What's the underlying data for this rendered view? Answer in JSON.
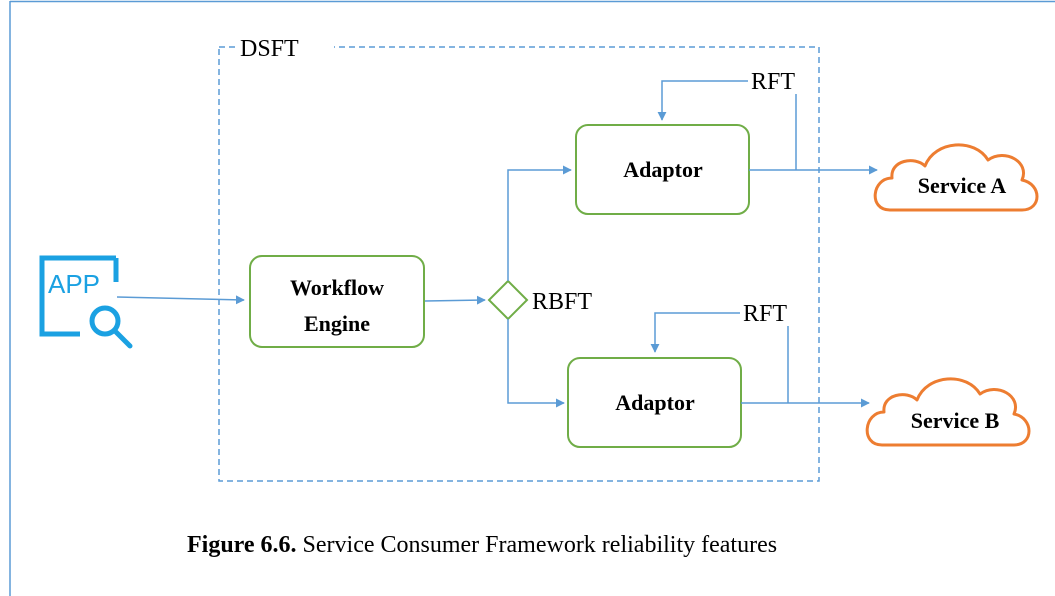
{
  "diagram": {
    "region_label": "DSFT",
    "app_icon_text": "APP",
    "workflow_engine": {
      "line1": "Workflow",
      "line2": "Engine"
    },
    "gateway_label": "RBFT",
    "adaptor_top": "Adaptor",
    "adaptor_bottom": "Adaptor",
    "loop_label_top": "RFT",
    "loop_label_bottom": "RFT",
    "service_a": "Service A",
    "service_b": "Service B"
  },
  "caption": {
    "prefix": "Figure 6.6.",
    "text": " Service Consumer Framework reliability features"
  },
  "colors": {
    "arrow": "#5b9bd5",
    "box_stroke": "#70ad47",
    "cloud_stroke": "#ed7d31",
    "app_icon": "#1ba1e2",
    "frame": "#5b9bd5"
  }
}
